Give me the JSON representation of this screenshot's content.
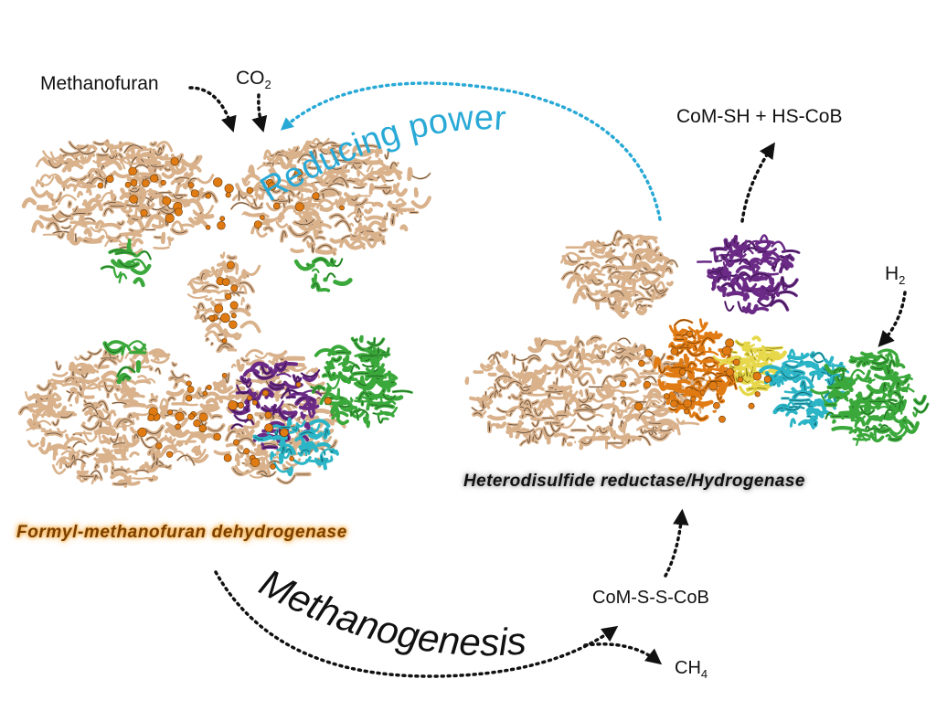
{
  "labels": {
    "methanofuran": "Methanofuran",
    "co2_main": "CO",
    "co2_sub": "2",
    "reducing_power": "Reducing power",
    "com_sh_hs_cob": "CoM-SH + HS-CoB",
    "h2_main": "H",
    "h2_sub": "2",
    "formyl_methanofuran_dehydrogenase": "Formyl-methanofuran dehydrogenase",
    "heterodisulfide_reductase_hydrogenase": "Heterodisulfide reductase/Hydrogenase",
    "methanogenesis": "Methanogenesis",
    "com_s_s_cob": "CoM-S-S-CoB",
    "ch4_main": "CH",
    "ch4_sub": "4"
  },
  "colors": {
    "reducing_power": "#29a9d6",
    "protein_tan": "#d9b28c",
    "cofactor_orange": "#e07b14",
    "subunit_purple": "#6a2a86",
    "subunit_green": "#3aa83a",
    "subunit_cyan": "#2bb5c6",
    "subunit_yellow": "#e6d84a",
    "fmd_label_glow": "#f3a73a"
  }
}
